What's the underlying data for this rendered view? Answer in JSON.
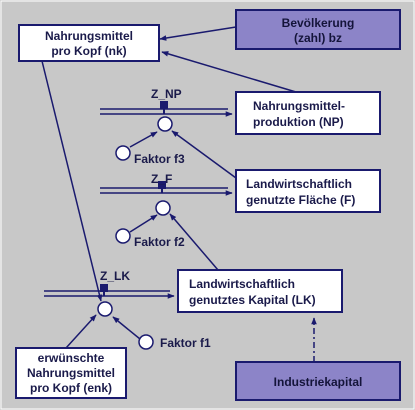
{
  "colors": {
    "background": "#c8c8c8",
    "box_stroke": "#1a1a6e",
    "external_fill": "#8c84c8",
    "text": "#1a1a4a",
    "line": "#1a1a6e"
  },
  "boxes": {
    "nk": {
      "line1": "Nahrungsmittel",
      "line2": "pro Kopf (nk)"
    },
    "bz": {
      "line1": "Bevölkerung",
      "line2": "(zahl) bz"
    },
    "np": {
      "line1": "Nahrungsmittel-",
      "line2": "produktion (NP)"
    },
    "f": {
      "line1": "Landwirtschaftlich",
      "line2": "genutzte Fläche (F)"
    },
    "lk": {
      "line1": "Landwirtschaftlich",
      "line2": "genutztes Kapital (LK)"
    },
    "enk": {
      "line1": "erwünschte",
      "line2": "Nahrungsmittel",
      "line3": "pro Kopf (enk)"
    },
    "ik": {
      "line1": "Industriekapital"
    }
  },
  "valves": {
    "np": {
      "label": "Z_NP"
    },
    "f": {
      "label": "Z_F"
    },
    "lk": {
      "label": "Z_LK"
    }
  },
  "factors": {
    "f3": {
      "label": "Faktor f3"
    },
    "f2": {
      "label": "Faktor f2"
    },
    "f1": {
      "label": "Faktor f1"
    }
  }
}
